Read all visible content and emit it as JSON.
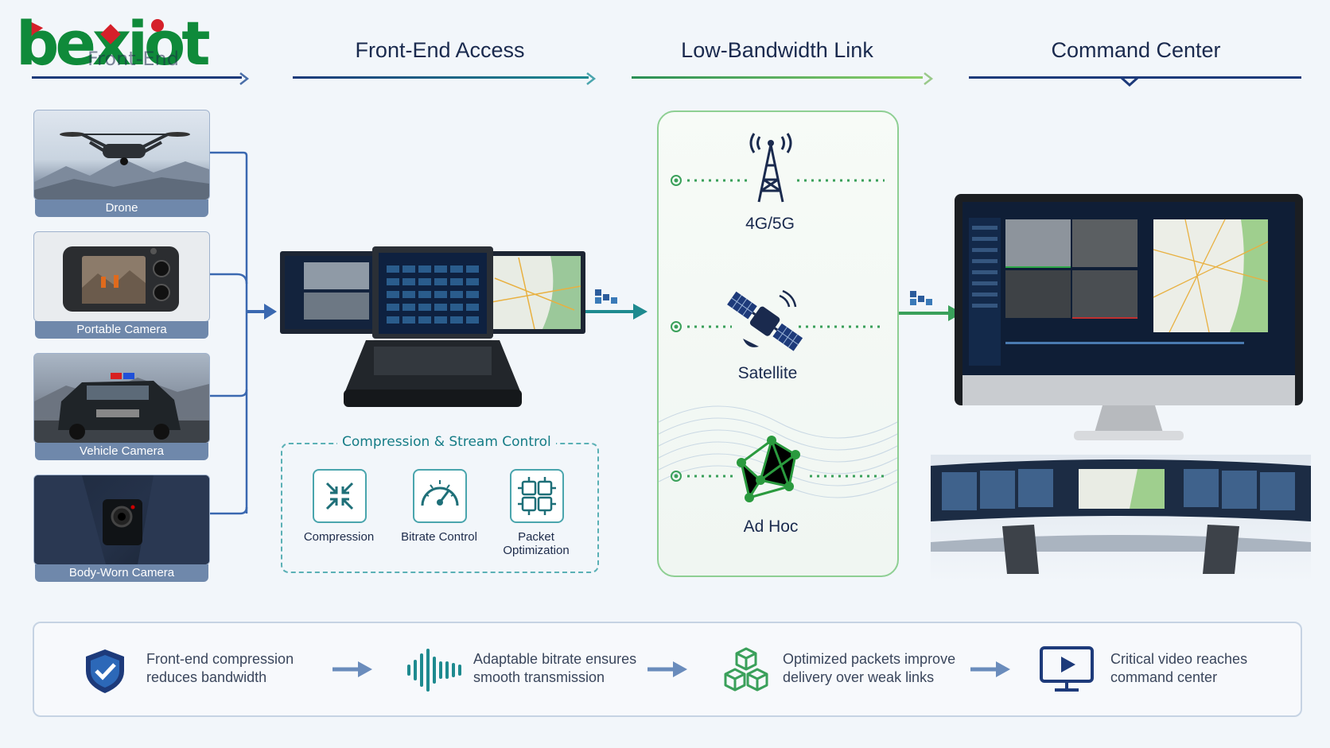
{
  "logo": {
    "brand": "bexiot",
    "ghost_text": "Front-End"
  },
  "columns": [
    {
      "title": ""
    },
    {
      "title": "Front-End Access"
    },
    {
      "title": "Low-Bandwidth Link"
    },
    {
      "title": "Command Center"
    }
  ],
  "devices": [
    {
      "label": "Drone"
    },
    {
      "label": "Portable Camera"
    },
    {
      "label": "Vehicle Camera"
    },
    {
      "label": "Body-Worn Camera"
    }
  ],
  "compression": {
    "title": "Compression & Stream Control",
    "items": [
      {
        "label": "Compression",
        "icon": "compress-arrows-icon"
      },
      {
        "label": "Bitrate Control",
        "icon": "gauge-icon"
      },
      {
        "label": "Packet",
        "label2": "Optimization",
        "icon": "circuit-puzzle-icon"
      }
    ]
  },
  "network": [
    {
      "label": "4G/5G",
      "icon": "cell-tower-icon"
    },
    {
      "label": "Satellite",
      "icon": "satellite-icon"
    },
    {
      "label": "Ad Hoc",
      "icon": "mesh-network-icon"
    }
  ],
  "benefits": [
    {
      "line1": "Front-end compression",
      "line2": "reduces bandwidth",
      "icon": "shield-check-icon"
    },
    {
      "line1": "Adaptable bitrate ensures",
      "line2": "smooth transmission",
      "icon": "waveform-icon"
    },
    {
      "line1": "Optimized packets improve",
      "line2": "delivery over weak links",
      "icon": "cubes-icon"
    },
    {
      "line1": "Critical video reaches",
      "line2": "command center",
      "icon": "monitor-play-icon"
    }
  ],
  "colors": {
    "navy": "#1d3a7a",
    "teal": "#1e8a8f",
    "green": "#4cae4f",
    "logo_green": "#0f8a3a",
    "logo_red": "#d5202a"
  }
}
